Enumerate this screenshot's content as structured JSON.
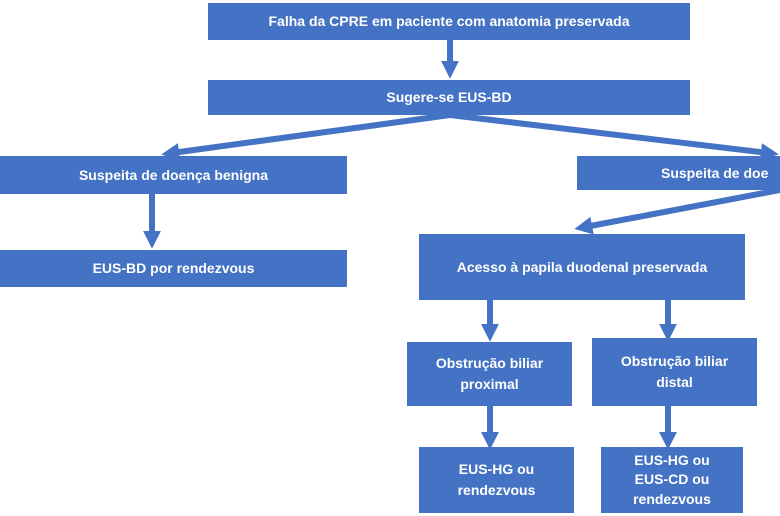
{
  "colors": {
    "box_fill": "#4472C4",
    "arrow": "#4472C4",
    "text": "#FFFFFF",
    "background": "#FFFFFF"
  },
  "nodes": {
    "root": "Falha da CPRE em paciente com anatomia preservada",
    "suggest": "Sugere-se EUS-BD",
    "benign": "Suspeita de doença benigna",
    "malignant": "Suspeita de doe",
    "rendezvous": "EUS-BD por rendezvous",
    "papilla": "Acesso à papila duodenal preservada",
    "proximal": [
      "Obstrução biliar",
      "proximal"
    ],
    "distal": [
      "Obstrução biliar",
      "distal"
    ],
    "proximal_options": [
      "EUS-HG ou",
      "rendezvous"
    ],
    "distal_options": [
      "EUS-HG ou",
      "EUS-CD ou",
      "rendezvous"
    ]
  }
}
